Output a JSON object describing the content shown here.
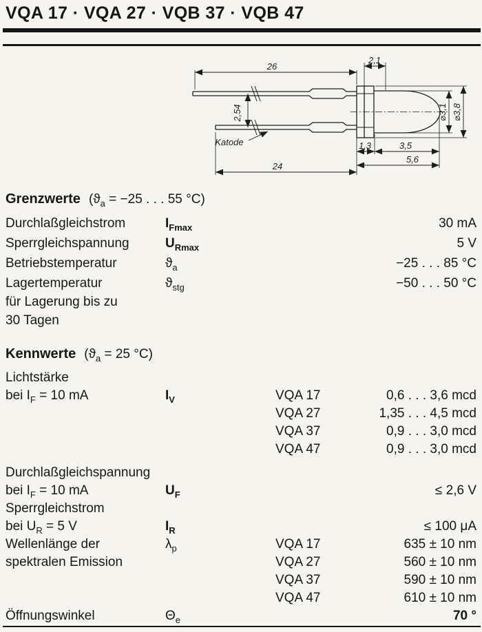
{
  "title": "VQA 17 · VQA 27 · VQB 37 · VQB 47",
  "drawing": {
    "dims": {
      "lead_top_length": "26",
      "flange_width": "2,1",
      "lead_pitch": "2,54",
      "cathode_label": "Katode",
      "dim_1_3": "1,3",
      "dim_3_5": "3,5",
      "body_length": "5,6",
      "lead_bottom_length": "24",
      "dia_dome": "⌀3,1",
      "dia_flange": "⌀3,8"
    }
  },
  "grenzwerte": {
    "heading": "Grenzwerte",
    "condition": {
      "pre": "(ϑ",
      "sub": "a",
      "post": " = −25 . . . 55 °C)"
    },
    "rows": [
      {
        "label": "Durchlaßgleichstrom",
        "sym_base": "I",
        "sym_sub": "Fmax",
        "value": "30 mA"
      },
      {
        "label": "Sperrgleichspannung",
        "sym_base": "U",
        "sym_sub": "Rmax",
        "value": "5 V"
      },
      {
        "label": "Betriebstemperatur",
        "sym_base": "ϑ",
        "sym_sub": "a",
        "value": "−25 . . . 85 °C"
      },
      {
        "label": "Lagertemperatur",
        "label2": "für Lagerung bis zu",
        "label3": "30 Tagen",
        "sym_base": "ϑ",
        "sym_sub": "stg",
        "value": "−50 . . . 50 °C"
      }
    ]
  },
  "kennwerte": {
    "heading": "Kennwerte",
    "condition": {
      "pre": "(ϑ",
      "sub": "a",
      "post": " = 25 °C)"
    },
    "lichtstaerke": {
      "label": "Lichtstärke",
      "cond": {
        "pre": "bei I",
        "sub": "F",
        "post": " = 10 mA"
      },
      "sym_base": "I",
      "sym_sub": "V",
      "entries": [
        {
          "model": "VQA 17",
          "value": "0,6 . . . 3,6 mcd"
        },
        {
          "model": "VQA 27",
          "value": "1,35 . . . 4,5 mcd"
        },
        {
          "model": "VQA 37",
          "value": "0,9 . . . 3,0 mcd"
        },
        {
          "model": "VQA 47",
          "value": "0,9 . . . 3,0 mcd"
        }
      ]
    },
    "durchlass": {
      "label": "Durchlaßgleichspannung",
      "cond": {
        "pre": "bei I",
        "sub": "F",
        "post": " = 10 mA"
      },
      "sym_base": "U",
      "sym_sub": "F",
      "value": "≤ 2,6 V"
    },
    "sperrstrom": {
      "label": "Sperrgleichstrom",
      "cond": {
        "pre": "bei U",
        "sub": "R",
        "post": " = 5 V"
      },
      "sym_base": "I",
      "sym_sub": "R",
      "value": "≤ 100 μA"
    },
    "wellenlaenge": {
      "label": "Wellenlänge der",
      "label2": "spektralen Emission",
      "sym_base": "λ",
      "sym_sub": "p",
      "entries": [
        {
          "model": "VQA 17",
          "value": "635 ± 10 nm"
        },
        {
          "model": "VQA 27",
          "value": "560 ± 10 nm"
        },
        {
          "model": "VQA 37",
          "value": "590 ± 10 nm"
        },
        {
          "model": "VQA 47",
          "value": "610 ± 10 nm"
        }
      ]
    },
    "oeffnungswinkel": {
      "label": "Öffnungswinkel",
      "sym_base": "Θ",
      "sym_sub": "e",
      "value": "70 °"
    }
  }
}
